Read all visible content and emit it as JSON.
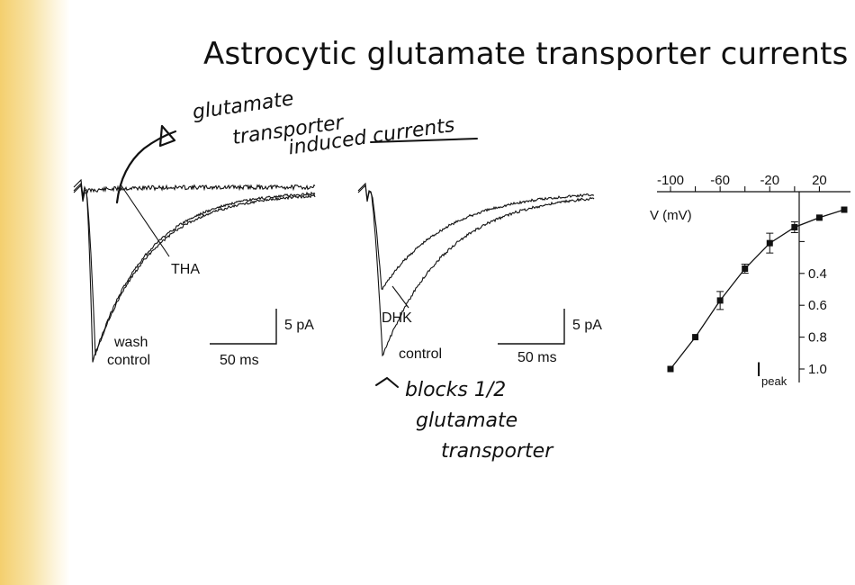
{
  "slide": {
    "title": "Astrocytic glutamate transporter currents"
  },
  "panel_a": {
    "labels": {
      "drug": "THA",
      "wash": "wash",
      "control": "control"
    },
    "scale_bar": {
      "y": "5 pA",
      "x": "50 ms"
    }
  },
  "panel_b": {
    "labels": {
      "drug": "DHK",
      "control": "control"
    },
    "scale_bar": {
      "y": "5 pA",
      "x": "50 ms"
    }
  },
  "handwriting": {
    "note_top": "glutamate transporter induced currents",
    "note_bottom": "blocks 1/2 glutamate transporter"
  },
  "chart_data": {
    "type": "scatter",
    "x_axis": {
      "label": "V (mV)",
      "ticks": [
        "-100",
        "-60",
        "-20",
        "20"
      ]
    },
    "y_axis": {
      "label": "I",
      "label_subscript": "peak",
      "ticks": [
        "0.4",
        "0.6",
        "0.8",
        "1.0"
      ]
    },
    "series": [
      {
        "points": [
          {
            "x": -100,
            "y": 1.0
          },
          {
            "x": -80,
            "y": 0.8
          },
          {
            "x": -60,
            "y": 0.57
          },
          {
            "x": -40,
            "y": 0.37
          },
          {
            "x": -20,
            "y": 0.21
          },
          {
            "x": 0,
            "y": 0.11
          },
          {
            "x": 20,
            "y": 0.05
          },
          {
            "x": 40,
            "y": 0.0
          }
        ]
      }
    ]
  }
}
